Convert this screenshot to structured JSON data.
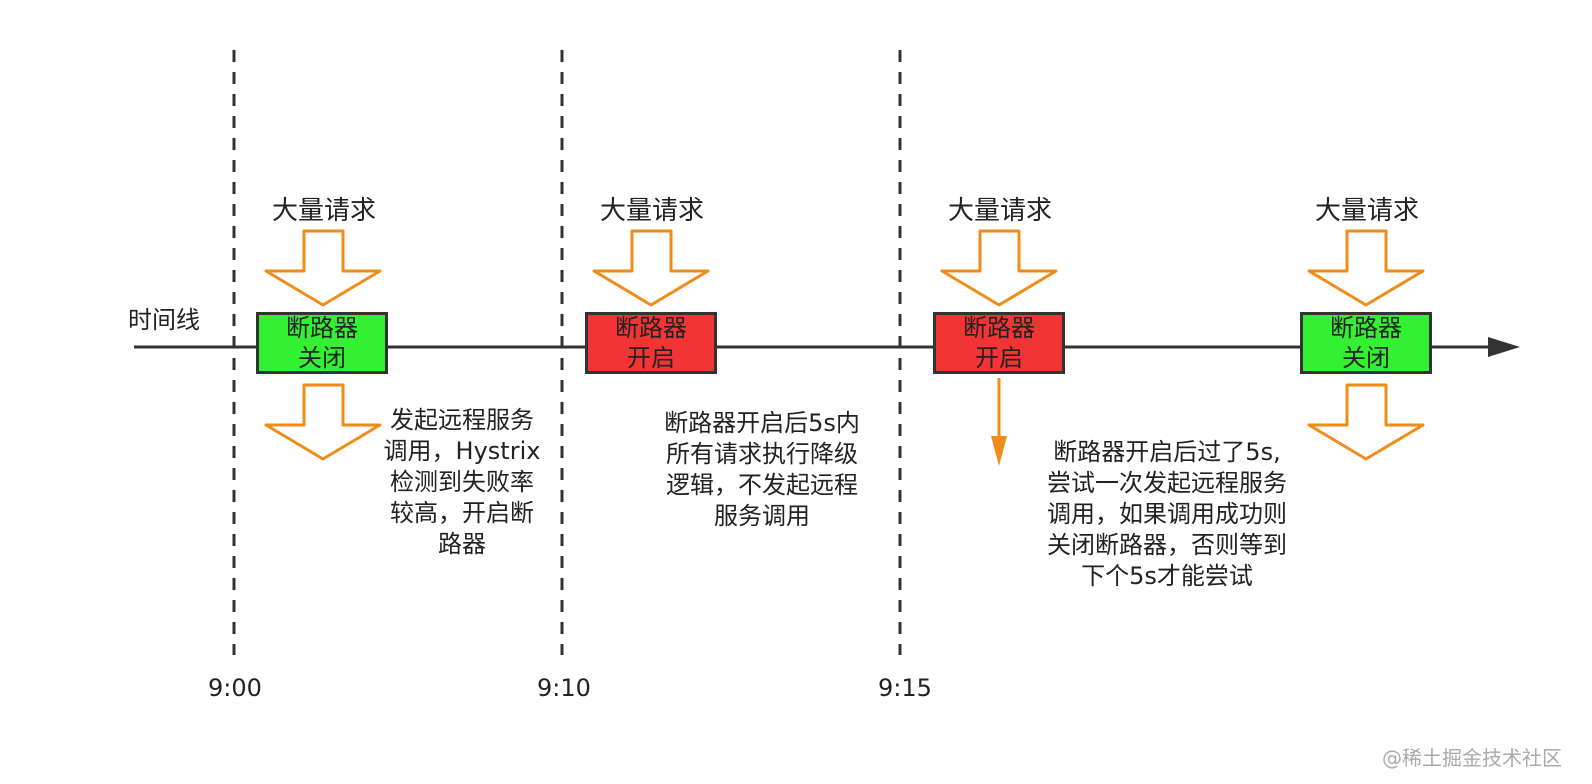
{
  "timeline_label": "时间线",
  "times": [
    "9:00",
    "9:10",
    "9:15"
  ],
  "requests_label": "大量请求",
  "breakers": [
    {
      "line1": "断路器",
      "line2": "关闭",
      "state": "closed",
      "color": "#33f033"
    },
    {
      "line1": "断路器",
      "line2": "开启",
      "state": "open",
      "color": "#f23434"
    },
    {
      "line1": "断路器",
      "line2": "开启",
      "state": "open",
      "color": "#f23434"
    },
    {
      "line1": "断路器",
      "line2": "关闭",
      "state": "closed",
      "color": "#33f033"
    }
  ],
  "notes": [
    [
      "发起远程服务",
      "调用，Hystrix",
      "检测到失败率",
      "较高，开启断",
      "路器"
    ],
    [
      "断路器开启后5s内",
      "所有请求执行降级",
      "逻辑，不发起远程",
      "服务调用"
    ],
    [
      "断路器开启后过了5s,",
      "尝试一次发起远程服务",
      "调用，如果调用成功则",
      "关闭断路器，否则等到",
      "下个5s才能尝试"
    ]
  ],
  "colors": {
    "arrow": "#f08c1a",
    "line": "#333333",
    "closed": "#33f033",
    "open": "#f23434"
  },
  "watermark": "@稀土掘金技术社区"
}
